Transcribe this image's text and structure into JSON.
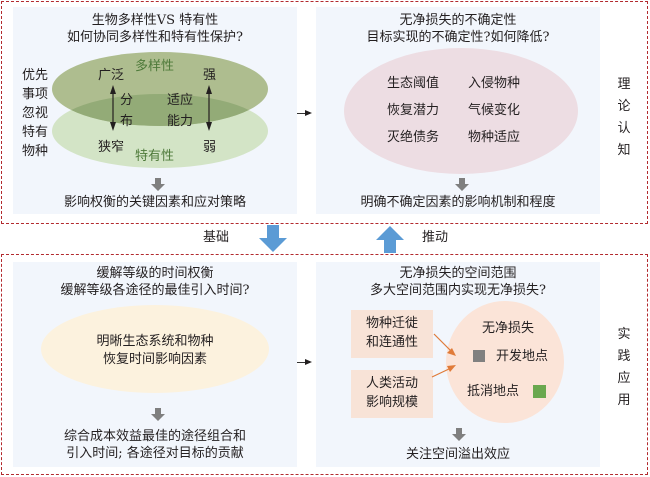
{
  "top_row_label": [
    "理",
    "论",
    "认",
    "知"
  ],
  "bottom_row_label": [
    "实",
    "践",
    "应",
    "用"
  ],
  "connectors": {
    "down_label": "基础",
    "up_label": "推动",
    "arrow_color": "#5b9bd5"
  },
  "q1": {
    "title_line1": "生物多样性VS 特有性",
    "title_line2": "如何协同多样性和特有性保护?",
    "side_note": [
      "优先",
      "事项",
      "忽视",
      "特有",
      "物种"
    ],
    "upper_ellipse_label": "多样性",
    "lower_ellipse_label": "特有性",
    "left_axis": {
      "top": "广泛",
      "middle": [
        "分",
        "布"
      ],
      "bottom": "狭窄"
    },
    "right_axis": {
      "top": "强",
      "middle": [
        "适应",
        "能力"
      ],
      "bottom": "弱"
    },
    "conclusion": "影响权衡的关键因素和应对策略",
    "colors": {
      "upper": "#a9b98a",
      "lower": "#d3e4c6",
      "overlap": "#8fa872",
      "label": "#4e7a3a"
    }
  },
  "q2": {
    "title_line1": "无净损失的不确定性",
    "title_line2": "目标实现的不确定性?如何降低?",
    "factors": [
      [
        "生态阈值",
        "入侵物种"
      ],
      [
        "恢复潜力",
        "气候变化"
      ],
      [
        "灭绝债务",
        "物种适应"
      ]
    ],
    "conclusion": "明确不确定因素的影响机制和程度",
    "colors": {
      "ellipse": "#eddde3"
    }
  },
  "q3": {
    "title_line1": "缓解等级的时间权衡",
    "title_line2": "缓解等级各途径的最佳引入时间?",
    "ellipse_text": [
      "明晰生态系统和物种",
      "恢复时间影响因素"
    ],
    "conclusion": [
      "综合成本效益最佳的途径组合和",
      "引入时间; 各途径对目标的贡献"
    ],
    "colors": {
      "ellipse": "#fcf2de"
    }
  },
  "q4": {
    "title_line1": "无净损失的空间范围",
    "title_line2": "多大空间范围内实现无净损失?",
    "factor_boxes": [
      [
        "物种迁徙",
        "和连通性"
      ],
      [
        "人类活动",
        "影响规模"
      ]
    ],
    "circle_title": "无净损失",
    "dev_site": "开发地点",
    "offset_site": "抵消地点",
    "conclusion": "关注空间溢出效应",
    "colors": {
      "box": "#f8e3d7",
      "circle": "#fbe4d8",
      "arrow": "#e07b39",
      "dev": "#808080",
      "offset": "#6aa84f"
    }
  }
}
